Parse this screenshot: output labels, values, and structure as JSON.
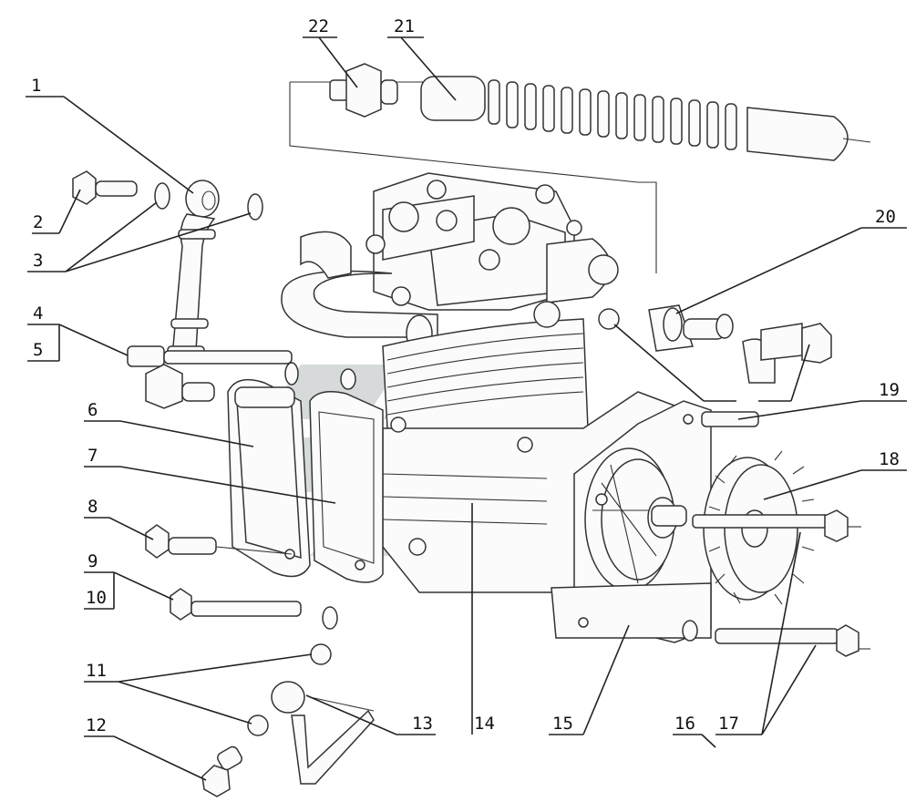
{
  "diagram": {
    "labels": [
      "1",
      "2",
      "3",
      "4",
      "5",
      "6",
      "7",
      "8",
      "9",
      "10",
      "11",
      "12",
      "13",
      "14",
      "15",
      "16",
      "17",
      "18",
      "19",
      "20",
      "21",
      "22"
    ],
    "watermark": "company-logo-watermark"
  }
}
